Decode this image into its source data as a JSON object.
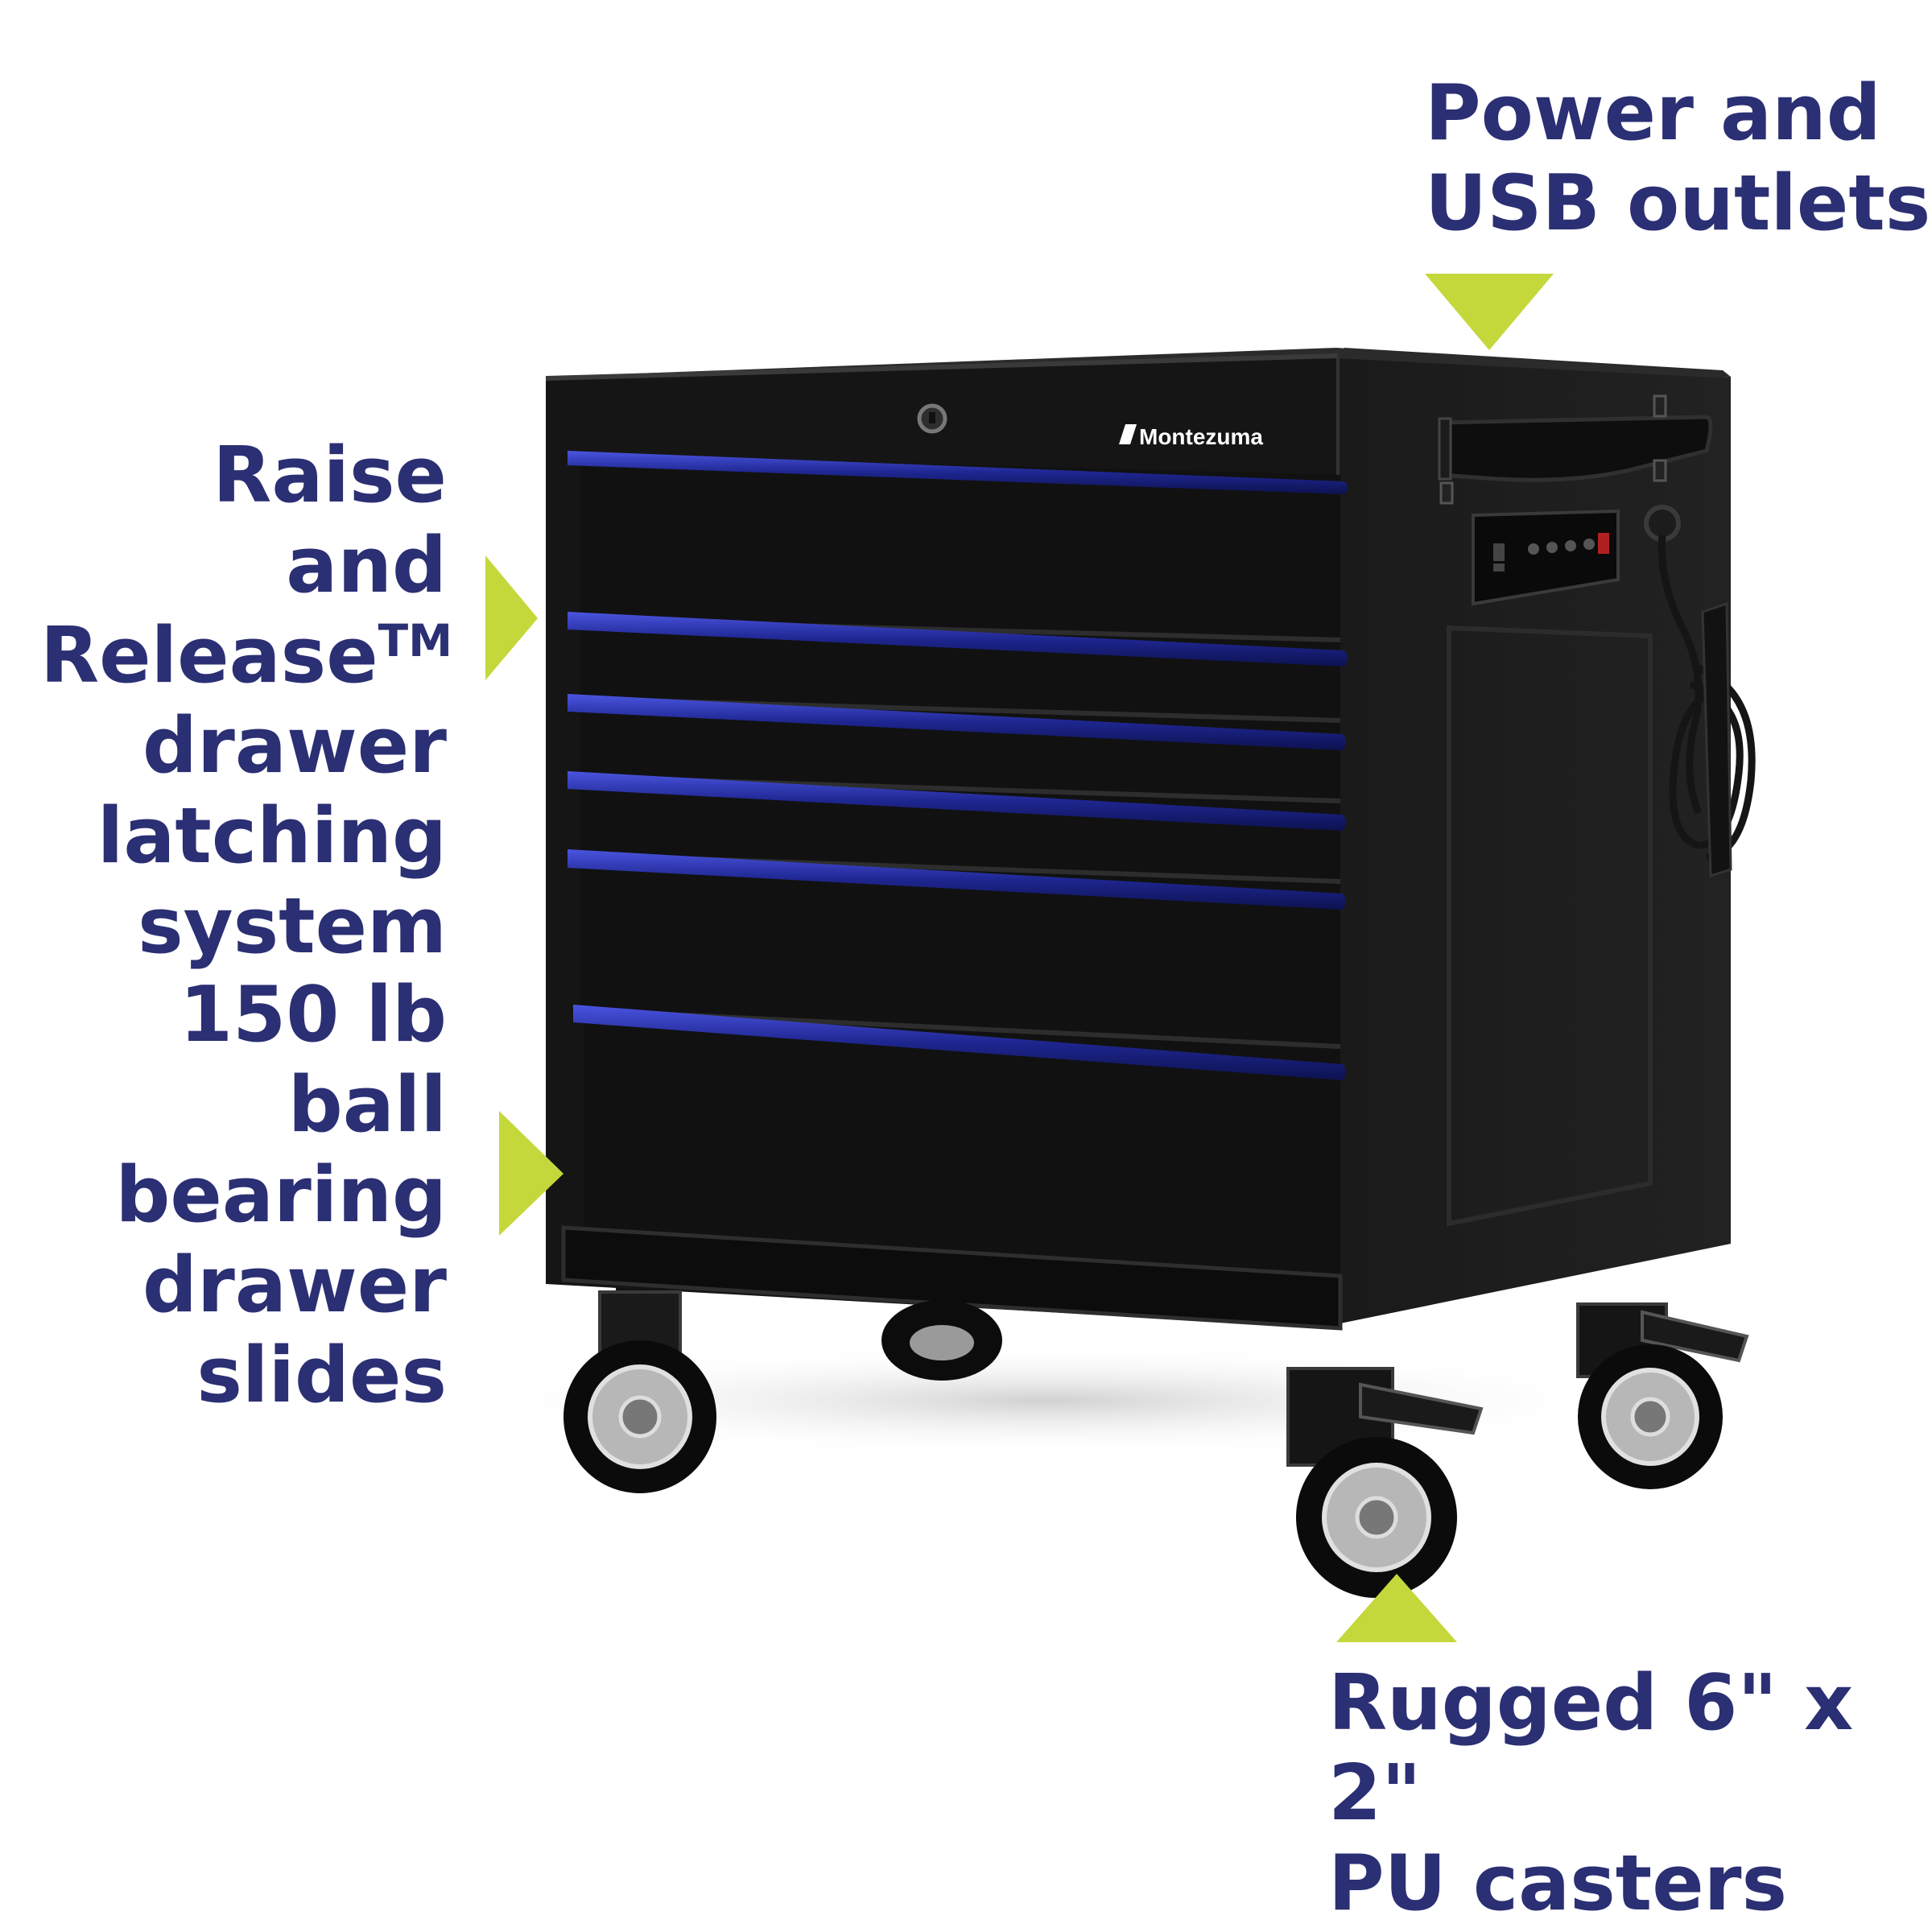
{
  "callouts": {
    "power": {
      "lines": [
        "Power and",
        "USB outlets"
      ]
    },
    "raise": {
      "lines": [
        "Raise and",
        "Release",
        "drawer",
        "latching",
        "system"
      ],
      "trademark": "TM"
    },
    "slides": {
      "lines": [
        "150 lb",
        "ball",
        "bearing",
        "drawer",
        "slides"
      ]
    },
    "casters": {
      "lines": [
        "Rugged 6\" x 2\"",
        "PU casters"
      ]
    }
  },
  "product": {
    "brand": "Montezuma",
    "drawer_count": 6
  },
  "colors": {
    "text": "#2b2f73",
    "arrow": "#c5d83b",
    "cabinet": "#121212",
    "handle": "#2a33a8"
  },
  "icons": [
    "triangle-down-icon",
    "triangle-right-icon",
    "triangle-up-icon"
  ]
}
